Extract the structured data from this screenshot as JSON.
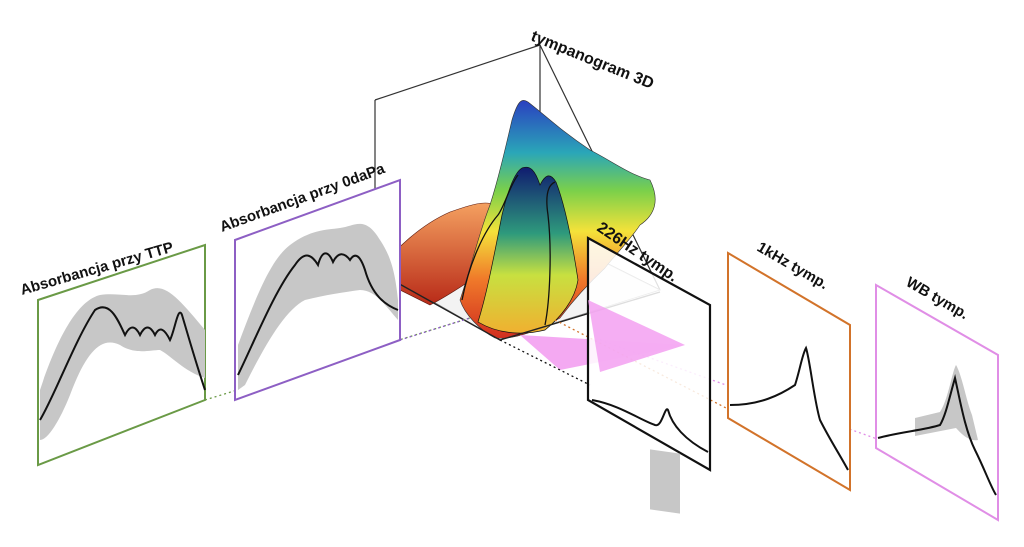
{
  "labels": {
    "ttp": "Absorbancja przy TTP",
    "zero_dapa": "Absorbancja przy 0daPa",
    "tymp3d": "tympanogram 3D",
    "t226": "226Hz tymp.",
    "t1k": "1kHz tymp.",
    "wb": "WB tymp."
  },
  "colors": {
    "ttp_frame": "#6a9a46",
    "zero_frame": "#8d5fc4",
    "t226_frame": "#111111",
    "t1k_frame": "#d2732a",
    "wb_frame": "#e08ee6",
    "band": "#c7c7c7",
    "curve": "#111111",
    "projection_fill": "#f29af0"
  },
  "icons": {
    "surface": "3d-surface-plot"
  }
}
